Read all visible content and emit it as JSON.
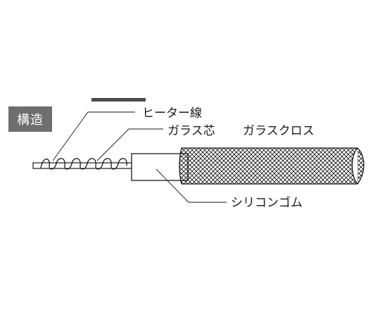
{
  "section_label": "構造",
  "labels": {
    "heater_wire": "ヒーター線",
    "glass_core": "ガラス芯",
    "glass_cloth": "ガラスクロス",
    "silicone_rubber": "シリコンゴム"
  },
  "colors": {
    "badge_bg": "#6e6e6e",
    "top_bar": "#4a4a4a",
    "line": "#1a1a1a"
  }
}
